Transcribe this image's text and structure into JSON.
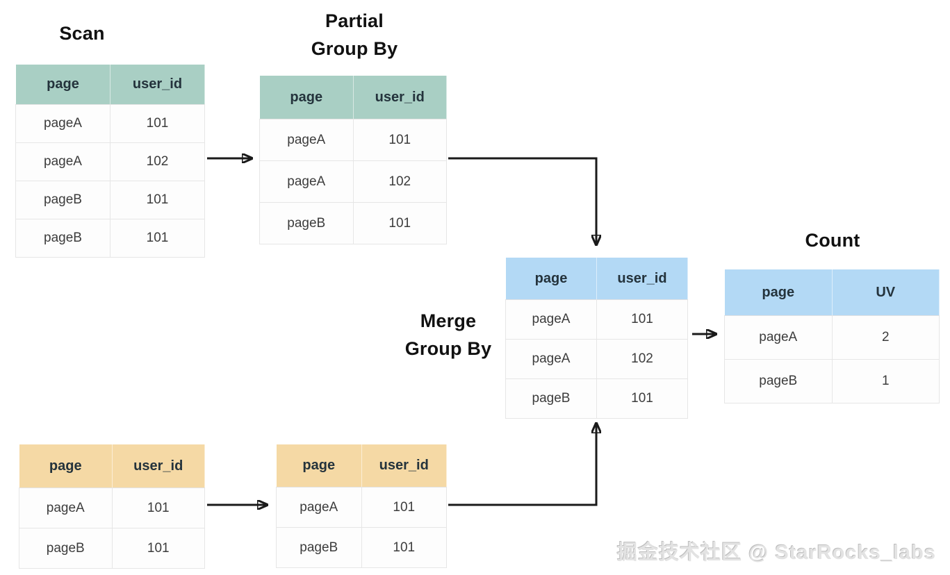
{
  "labels": {
    "scan": "Scan",
    "partial_line1": "Partial",
    "partial_line2": "Group By",
    "merge_line1": "Merge",
    "merge_line2": "Group By",
    "count": "Count"
  },
  "colors": {
    "green_header": "#a9cfc4",
    "blue_header": "#b3d9f5",
    "orange_header": "#f5d9a5",
    "arrow": "#1a1a1a"
  },
  "tables": {
    "scan": {
      "headers": [
        "page",
        "user_id"
      ],
      "rows": [
        [
          "pageA",
          "101"
        ],
        [
          "pageA",
          "102"
        ],
        [
          "pageB",
          "101"
        ],
        [
          "pageB",
          "101"
        ]
      ],
      "header_color": "#a9cfc4"
    },
    "partial": {
      "headers": [
        "page",
        "user_id"
      ],
      "rows": [
        [
          "pageA",
          "101"
        ],
        [
          "pageA",
          "102"
        ],
        [
          "pageB",
          "101"
        ]
      ],
      "header_color": "#a9cfc4"
    },
    "merge": {
      "headers": [
        "page",
        "user_id"
      ],
      "rows": [
        [
          "pageA",
          "101"
        ],
        [
          "pageA",
          "102"
        ],
        [
          "pageB",
          "101"
        ]
      ],
      "header_color": "#b3d9f5"
    },
    "count": {
      "headers": [
        "page",
        "UV"
      ],
      "rows": [
        [
          "pageA",
          "2"
        ],
        [
          "pageB",
          "1"
        ]
      ],
      "header_color": "#b3d9f5"
    },
    "scan2": {
      "headers": [
        "page",
        "user_id"
      ],
      "rows": [
        [
          "pageA",
          "101"
        ],
        [
          "pageB",
          "101"
        ]
      ],
      "header_color": "#f5d9a5"
    },
    "partial2": {
      "headers": [
        "page",
        "user_id"
      ],
      "rows": [
        [
          "pageA",
          "101"
        ],
        [
          "pageB",
          "101"
        ]
      ],
      "header_color": "#f5d9a5"
    }
  },
  "watermark": "掘金技术社区 @ StarRocks_labs"
}
